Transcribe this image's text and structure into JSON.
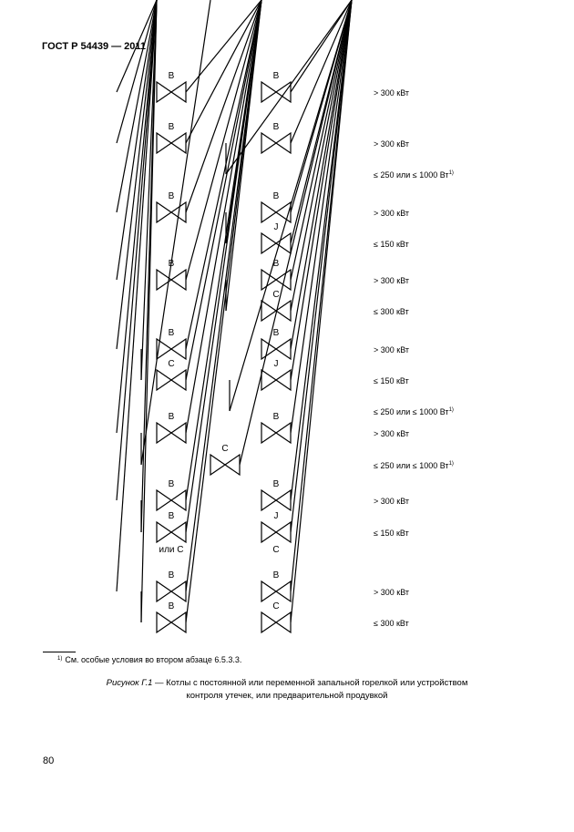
{
  "header": {
    "doc_id": "ГОСТ Р 54439 — 2011"
  },
  "diagram": {
    "groups": [
      {
        "rows": [
          {
            "valves": [
              "B",
              "B"
            ],
            "label": "> 300 кВт"
          }
        ]
      },
      {
        "rows": [
          {
            "valves": [
              "B",
              "B"
            ],
            "label": "> 300 кВт"
          },
          {
            "valves": [],
            "label": "≤ 250 или ≤ 1000 Вт",
            "sup": "1)"
          }
        ]
      },
      {
        "rows": [
          {
            "valves": [
              "B",
              "B"
            ],
            "label": "> 300 кВт"
          },
          {
            "valves": [
              "J"
            ],
            "label": "≤ 150 кВт"
          }
        ]
      },
      {
        "rows": [
          {
            "valves": [
              "B",
              "B"
            ],
            "label": "> 300 кВт"
          },
          {
            "valves": [
              "C"
            ],
            "label": "≤ 300 кВт"
          }
        ]
      },
      {
        "rows": [
          {
            "valves": [
              "B",
              "B"
            ],
            "label": "> 300 кВт"
          },
          {
            "valves": [
              "C",
              "J"
            ],
            "label": "≤ 150 кВт"
          },
          {
            "valves": [],
            "label": "≤ 250 или ≤ 1000 Вт",
            "sup": "1)"
          }
        ]
      },
      {
        "rows": [
          {
            "valves": [
              "B",
              "B"
            ],
            "label": "> 300 кВт"
          },
          {
            "valves": [
              "C"
            ],
            "label": "≤ 250 или ≤ 1000 Вт",
            "sup": "1)"
          }
        ]
      },
      {
        "rows": [
          {
            "valves": [
              "B",
              "B"
            ],
            "label": "> 300 кВт"
          },
          {
            "valves": [
              "B",
              "J"
            ],
            "below": [
              "или C",
              "C"
            ],
            "label": "≤ 150 кВт"
          }
        ]
      },
      {
        "rows": [
          {
            "valves": [
              "B",
              "B"
            ],
            "label": "> 300 кВт"
          },
          {
            "valves": [
              "B",
              "C"
            ],
            "label": "≤ 300 кВт"
          }
        ]
      }
    ]
  },
  "footnote": {
    "marker": "1)",
    "text": "См. особые условия во втором абзаце 6.5.3.3."
  },
  "caption": {
    "label": "Рисунок Г.1",
    "text": " — Котлы с постоянной или переменной запальной горелкой или устройством контроля утечек, или предварительной продувкой"
  },
  "page_number": "80"
}
